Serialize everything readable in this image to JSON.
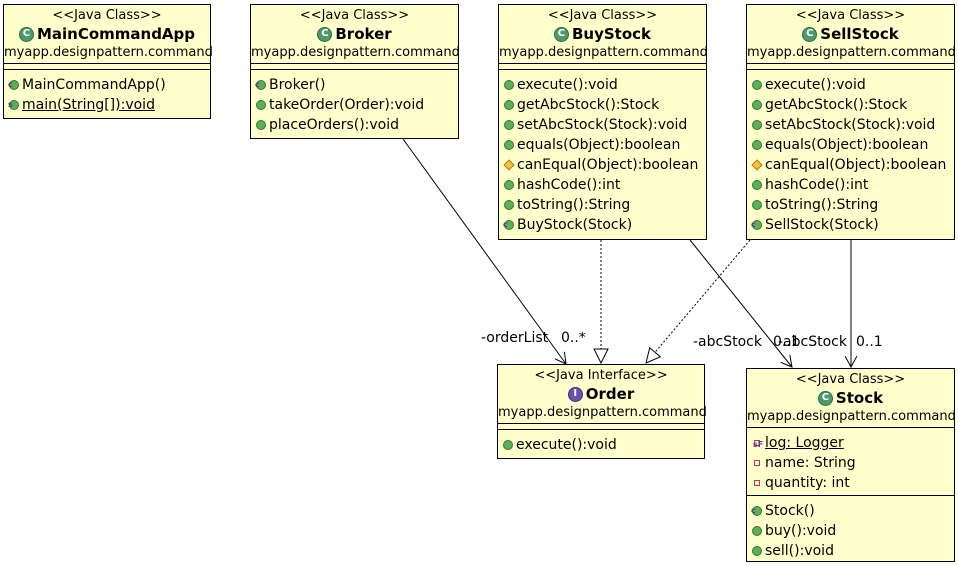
{
  "classes": {
    "main_command_app": {
      "stereotype": "<<Java Class>>",
      "name": "MainCommandApp",
      "package": "myapp.designpattern.command",
      "methods": [
        "MainCommandApp()",
        "main(String[]):void"
      ]
    },
    "broker": {
      "stereotype": "<<Java Class>>",
      "name": "Broker",
      "package": "myapp.designpattern.command",
      "methods": [
        "Broker()",
        "takeOrder(Order):void",
        "placeOrders():void"
      ]
    },
    "buy_stock": {
      "stereotype": "<<Java Class>>",
      "name": "BuyStock",
      "package": "myapp.designpattern.command",
      "methods": [
        "execute():void",
        "getAbcStock():Stock",
        "setAbcStock(Stock):void",
        "equals(Object):boolean",
        "canEqual(Object):boolean",
        "hashCode():int",
        "toString():String",
        "BuyStock(Stock)"
      ]
    },
    "sell_stock": {
      "stereotype": "<<Java Class>>",
      "name": "SellStock",
      "package": "myapp.designpattern.command",
      "methods": [
        "execute():void",
        "getAbcStock():Stock",
        "setAbcStock(Stock):void",
        "equals(Object):boolean",
        "canEqual(Object):boolean",
        "hashCode():int",
        "toString():String",
        "SellStock(Stock)"
      ]
    },
    "order": {
      "stereotype": "<<Java Interface>>",
      "name": "Order",
      "package": "myapp.designpattern.command",
      "methods": [
        "execute():void"
      ]
    },
    "stock": {
      "stereotype": "<<Java Class>>",
      "name": "Stock",
      "package": "myapp.designpattern.command",
      "fields": [
        "log: Logger",
        "name: String",
        "quantity: int"
      ],
      "methods": [
        "Stock()",
        "buy():void",
        "sell():void"
      ]
    }
  },
  "edges": {
    "broker_order_role": "-orderList",
    "broker_order_mult": "0..*",
    "buy_stock_role": "-abcStock",
    "buy_stock_mult": "0..1",
    "sell_stock_role": "-abcStock",
    "sell_stock_mult": "0..1"
  },
  "icons": {
    "class": "class-icon",
    "interface": "interface-icon",
    "public_method": "public-method-icon",
    "protected_method": "protected-method-icon",
    "private_field": "private-field-icon",
    "constructor": "constructor-icon",
    "static_method": "static-method-icon"
  },
  "colors": {
    "class_fill": "#ffffcc",
    "public_icon": "#5cae5c",
    "protected_icon": "#f3c240",
    "private_icon": "#cc3333",
    "interface_badge": "#6b52a8"
  }
}
